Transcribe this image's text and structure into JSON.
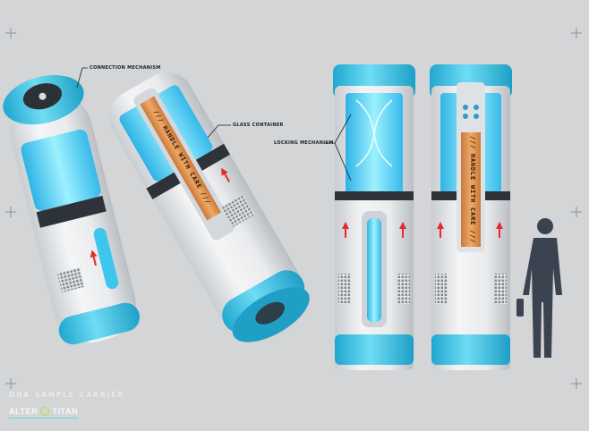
{
  "callouts": {
    "connection": "CONNECTION MECHANISM",
    "glass": "GLASS CONTAINER",
    "locking": "LOCKING MECHANISM"
  },
  "warning_label": "/// HANDLE WITH CARE ///",
  "caption": {
    "title": "DNA SAMPLE CARRIER",
    "brand_left": "ALTER",
    "brand_right": "TITAN"
  },
  "colors": {
    "background": "#d3d5d7",
    "shell": "#eceef0",
    "cyan": "#3fc3e6",
    "glow": "#7fe7fb",
    "label": "#e09652",
    "arrow": "#e32b2b",
    "silhouette": "#3c4350"
  }
}
